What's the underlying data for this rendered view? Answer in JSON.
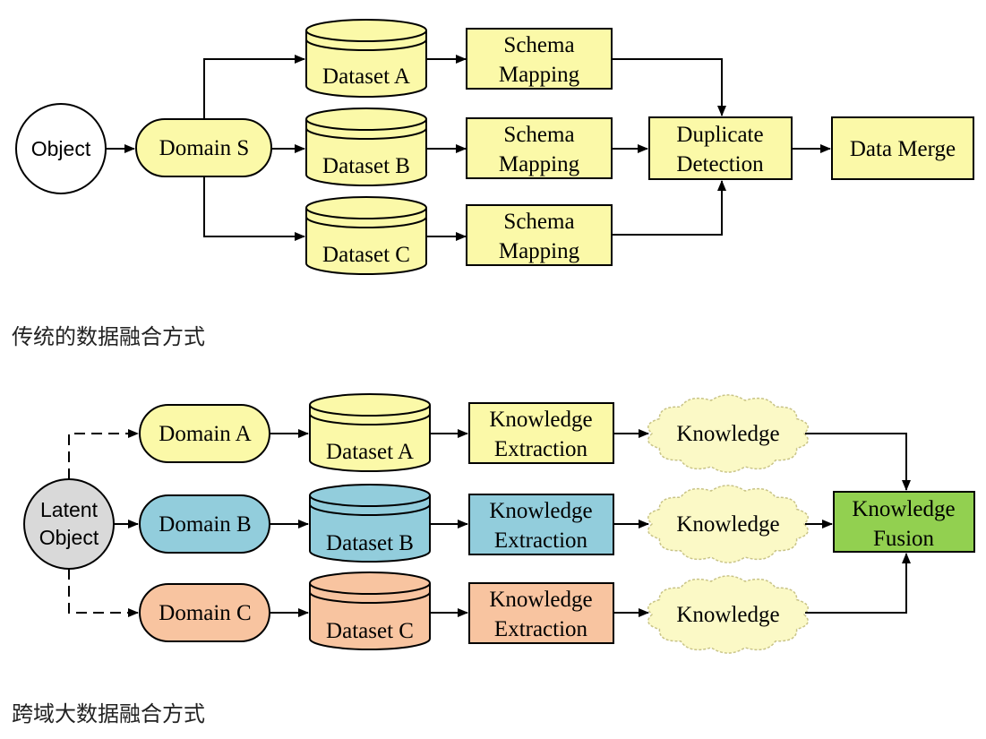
{
  "diagram_top": {
    "caption": "传统的数据融合方式",
    "object": "Object",
    "domain": "Domain S",
    "datasets": [
      "Dataset A",
      "Dataset B",
      "Dataset C"
    ],
    "schema_mapping": [
      {
        "line1": "Schema",
        "line2": "Mapping"
      },
      {
        "line1": "Schema",
        "line2": "Mapping"
      },
      {
        "line1": "Schema",
        "line2": "Mapping"
      }
    ],
    "duplicate_detection": {
      "line1": "Duplicate",
      "line2": "Detection"
    },
    "data_merge": "Data Merge"
  },
  "diagram_bottom": {
    "caption": "跨域大数据融合方式",
    "latent_object": {
      "line1": "Latent",
      "line2": "Object"
    },
    "domains": [
      "Domain A",
      "Domain B",
      "Domain C"
    ],
    "datasets": [
      "Dataset A",
      "Dataset B",
      "Dataset C"
    ],
    "extraction": [
      {
        "line1": "Knowledge",
        "line2": "Extraction"
      },
      {
        "line1": "Knowledge",
        "line2": "Extraction"
      },
      {
        "line1": "Knowledge",
        "line2": "Extraction"
      }
    ],
    "knowledge_clouds": [
      "Knowledge",
      "Knowledge",
      "Knowledge"
    ],
    "fusion": {
      "line1": "Knowledge",
      "line2": "Fusion"
    }
  },
  "colors": {
    "yellow": "#fbf9a8",
    "blue": "#92cddc",
    "orange": "#f8c4a0",
    "green": "#92d050",
    "gray": "#d9d9d9",
    "stroke": "#000000"
  }
}
